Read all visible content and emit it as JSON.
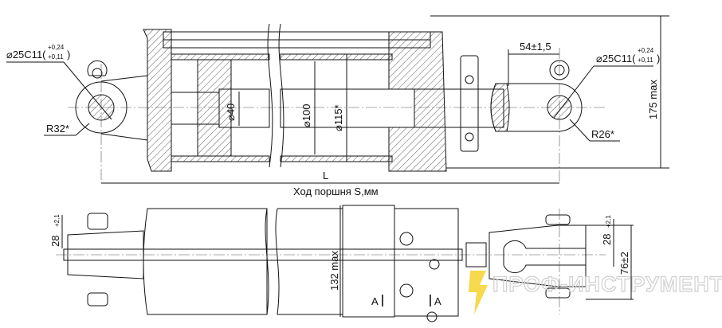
{
  "top_view": {
    "pin_left": {
      "dia": "⌀25C11(",
      "tol_up": "+0,24",
      "tol_low": "+0,11",
      "close": ")"
    },
    "radius_left": "R32*",
    "rod_dia": "⌀40",
    "bore_dia": "⌀100",
    "outer_dia": "⌀115*",
    "length": "L",
    "stroke": "Ход поршня S,мм",
    "eye_offset": "54±1,5",
    "pin_right": {
      "dia": "⌀25C11(",
      "tol_up": "+0,24",
      "tol_low": "+0,11",
      "close": ")"
    },
    "radius_right": "R26*",
    "height_max": "175 max"
  },
  "bottom_view": {
    "slot_left": {
      "value": "28",
      "tol": "+2,1"
    },
    "width_max": "132 max",
    "slot_right": {
      "value": "28",
      "tol": "+2,1"
    },
    "fork_width": "76±2",
    "section_a_left": "A",
    "section_a_right": "A"
  },
  "watermark": "ПРОФ-ИНСТРУМЕНТ",
  "colors": {
    "line": "#111111",
    "watermark": "#cfcfcf",
    "bolt": "#f5d020"
  }
}
